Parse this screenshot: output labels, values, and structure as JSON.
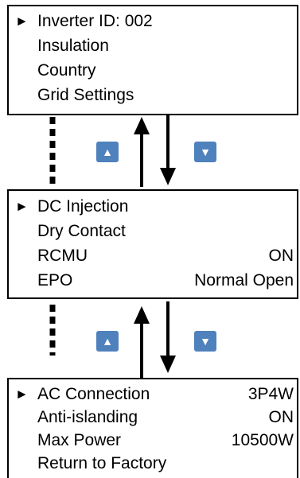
{
  "screens": [
    {
      "rows": [
        {
          "cursor": "►",
          "label": "Inverter ID: 002",
          "value": ""
        },
        {
          "cursor": "",
          "label": "Insulation",
          "value": ""
        },
        {
          "cursor": "",
          "label": "Country",
          "value": ""
        },
        {
          "cursor": "",
          "label": "Grid Settings",
          "value": ""
        }
      ]
    },
    {
      "rows": [
        {
          "cursor": "►",
          "label": "DC Injection",
          "value": ""
        },
        {
          "cursor": "",
          "label": "Dry Contact",
          "value": ""
        },
        {
          "cursor": "",
          "label": "RCMU",
          "value": "ON"
        },
        {
          "cursor": "",
          "label": "EPO",
          "value": "Normal Open"
        }
      ]
    },
    {
      "rows": [
        {
          "cursor": "►",
          "label": "AC Connection",
          "value": "3P4W"
        },
        {
          "cursor": "",
          "label": "Anti-islanding",
          "value": "ON"
        },
        {
          "cursor": "",
          "label": "Max Power",
          "value": "10500W"
        },
        {
          "cursor": "",
          "label": "Return to Factory",
          "value": ""
        }
      ]
    }
  ],
  "buttons": {
    "up_glyph": "▲",
    "down_glyph": "▼",
    "color": "#4f81bd"
  }
}
